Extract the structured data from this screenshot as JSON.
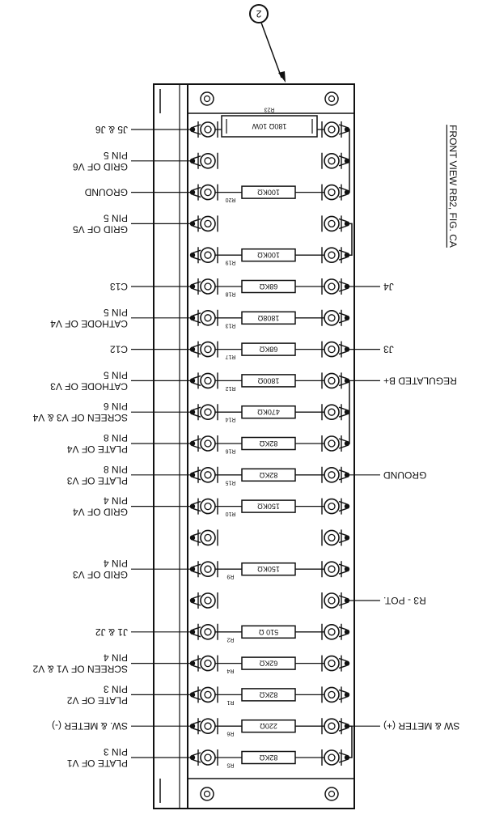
{
  "callout": "2",
  "side_title": {
    "text": "FRONT VIEW RB2, FIG. CA"
  },
  "left_labels": [
    {
      "lines": [
        "J5 & J6"
      ],
      "row": 0
    },
    {
      "lines": [
        "PIN 5",
        "GRID OF V6"
      ],
      "row": 1
    },
    {
      "lines": [
        "GROUND"
      ],
      "row": 2
    },
    {
      "lines": [
        "PIN 5",
        "GRID OF V5"
      ],
      "row": 3
    },
    {
      "lines": [
        "C13"
      ],
      "row": 5
    },
    {
      "lines": [
        "PIN 5",
        "CATHODE OF V4"
      ],
      "row": 6
    },
    {
      "lines": [
        "C12"
      ],
      "row": 7
    },
    {
      "lines": [
        "PIN 5",
        "CATHODE OF V3"
      ],
      "row": 8
    },
    {
      "lines": [
        "PIN 6",
        "SCREEN OF V3 & V4"
      ],
      "row": 9
    },
    {
      "lines": [
        "PIN 8",
        "PLATE OF V4"
      ],
      "row": 10
    },
    {
      "lines": [
        "PIN 8",
        "PLATE OF V3"
      ],
      "row": 11
    },
    {
      "lines": [
        "PIN 4",
        "GRID OF V4"
      ],
      "row": 12
    },
    {
      "lines": [
        "PIN 4",
        "GRID OF V3"
      ],
      "row": 14
    },
    {
      "lines": [
        "J1 & J2"
      ],
      "row": 16
    },
    {
      "lines": [
        "PIN 4",
        "SCREEN OF V1 & V2"
      ],
      "row": 17
    },
    {
      "lines": [
        "PIN 3",
        "PLATE OF V2"
      ],
      "row": 18
    },
    {
      "lines": [
        "SW. & METER (-)"
      ],
      "row": 19
    },
    {
      "lines": [
        "PIN 3",
        "PLATE OF V1"
      ],
      "row": 20
    }
  ],
  "right_labels": [
    {
      "text": "J4",
      "row": 5
    },
    {
      "text": "J3",
      "row": 7
    },
    {
      "text": "REGULATED B+",
      "row": 8
    },
    {
      "text": "GROUND",
      "row": 11
    },
    {
      "text": "R3 - POT.",
      "row": 15
    },
    {
      "text": "SW & METER (+)",
      "row": 19
    }
  ],
  "resistors": [
    {
      "ref": "R23",
      "value": "180Ω 10W",
      "row": 0,
      "large": true
    },
    {
      "ref": "R20",
      "value": "100KΩ",
      "row": 2
    },
    {
      "ref": "R19",
      "value": "100KΩ",
      "row": 4
    },
    {
      "ref": "R18",
      "value": "68KΩ",
      "row": 5
    },
    {
      "ref": "R13",
      "value": "1808Ω",
      "row": 6
    },
    {
      "ref": "R17",
      "value": "68KΩ",
      "row": 7
    },
    {
      "ref": "R12",
      "value": "1800Ω",
      "row": 8
    },
    {
      "ref": "R14",
      "value": "470KΩ",
      "row": 9
    },
    {
      "ref": "R16",
      "value": "82KΩ",
      "row": 10
    },
    {
      "ref": "R15",
      "value": "82KΩ",
      "row": 11
    },
    {
      "ref": "R10",
      "value": "150KΩ",
      "row": 12
    },
    {
      "ref": "R9",
      "value": "150KΩ",
      "row": 14
    },
    {
      "ref": "R2",
      "value": "510 Ω",
      "row": 16
    },
    {
      "ref": "R4",
      "value": "62KΩ",
      "row": 17
    },
    {
      "ref": "R1",
      "value": "82KΩ",
      "row": 18
    },
    {
      "ref": "R6",
      "value": "220Ω",
      "row": 19
    },
    {
      "ref": "R5",
      "value": "82KΩ",
      "row": 20
    }
  ]
}
